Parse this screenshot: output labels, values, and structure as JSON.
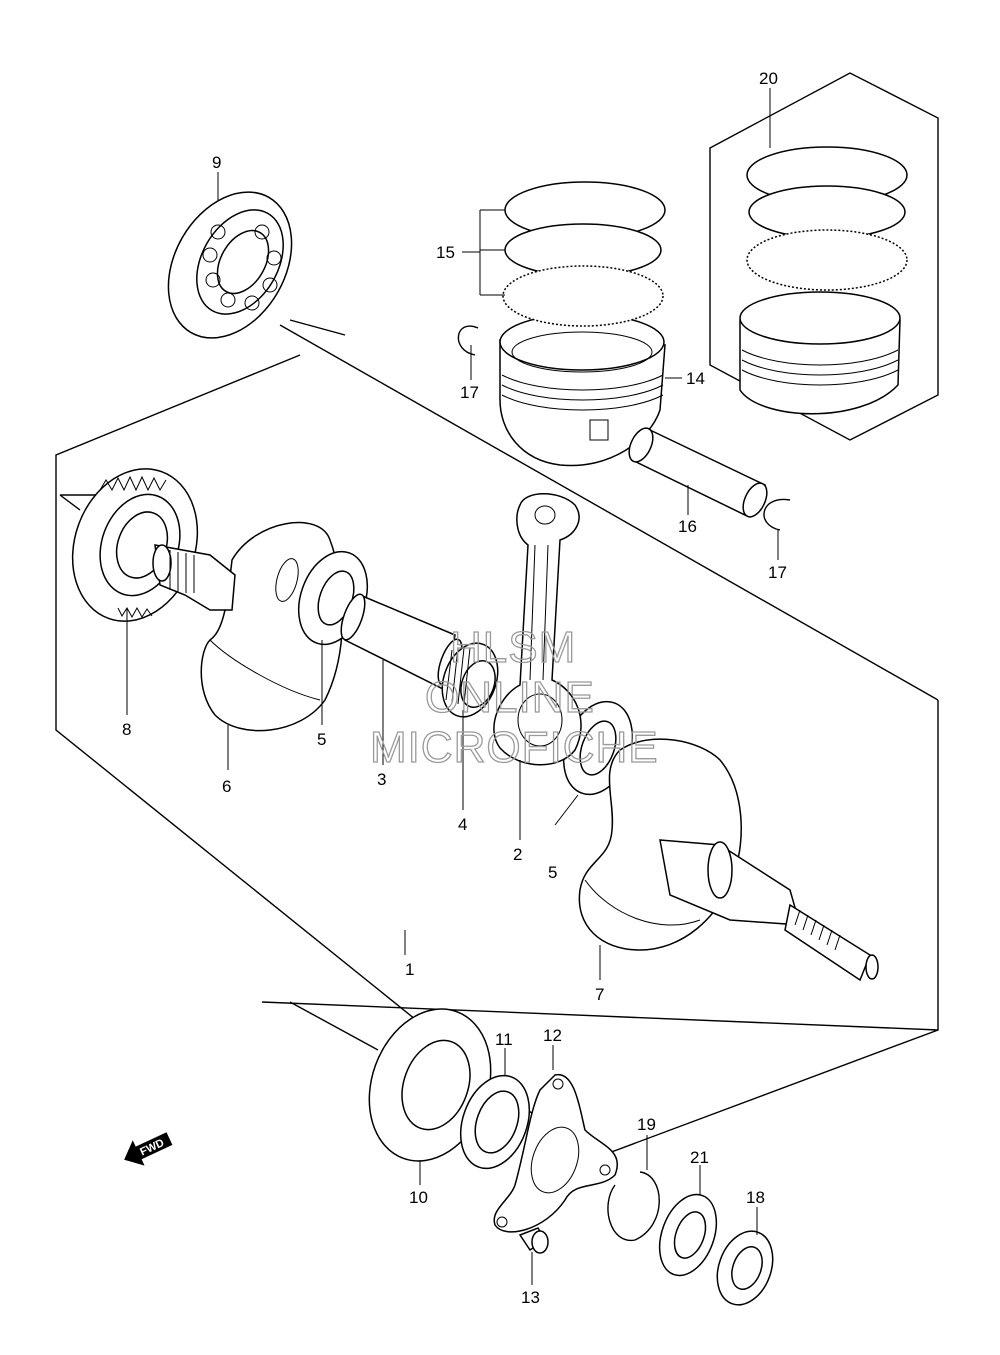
{
  "callouts": {
    "c1": "1",
    "c2": "2",
    "c3": "3",
    "c4": "4",
    "c5a": "5",
    "c5b": "5",
    "c6": "6",
    "c7": "7",
    "c8": "8",
    "c9": "9",
    "c10": "10",
    "c11": "11",
    "c12": "12",
    "c13": "13",
    "c14": "14",
    "c15": "15",
    "c16": "16",
    "c17a": "17",
    "c17b": "17",
    "c18": "18",
    "c19": "19",
    "c20": "20",
    "c21": "21"
  },
  "direction_arrow": {
    "label": "FWD",
    "icon": "arrow-left-down-icon"
  },
  "watermark": {
    "line1": "HLSM",
    "line2": "ONLINE",
    "line3": "MICROFICHE"
  }
}
